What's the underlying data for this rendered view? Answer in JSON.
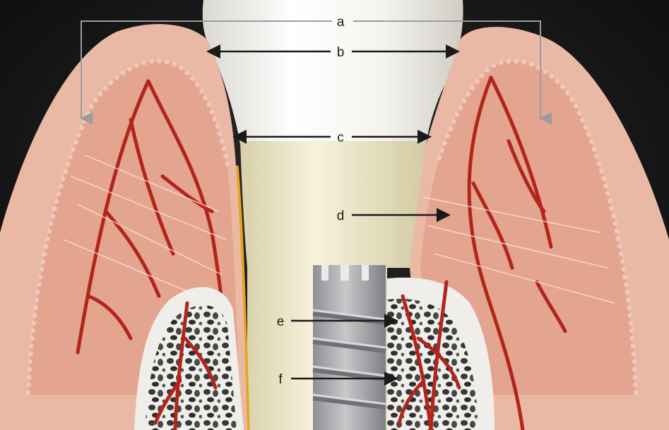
{
  "diagram": {
    "labels": [
      {
        "id": "a",
        "text": "a"
      },
      {
        "id": "b",
        "text": "b"
      },
      {
        "id": "c",
        "text": "c"
      },
      {
        "id": "d",
        "text": "d"
      },
      {
        "id": "e",
        "text": "e"
      },
      {
        "id": "f",
        "text": "f"
      }
    ]
  },
  "colors": {
    "background": "#141414",
    "gingiva": "#eab9a6",
    "gingiva_inner": "#e2a08c",
    "blood_vessel": "#b3241a",
    "crown": "#f2f0e8",
    "abutment": "#e7e1c0",
    "implant": "#a8aaad",
    "bone": "#efeeea",
    "marrow": "#3a3838",
    "arrow": "#1a1a1a",
    "bracket": "#9c9c9c",
    "collar_line": "#e6a41e"
  },
  "icons": [
    "arrow-right-icon",
    "arrow-left-icon",
    "arrow-down-icon"
  ]
}
